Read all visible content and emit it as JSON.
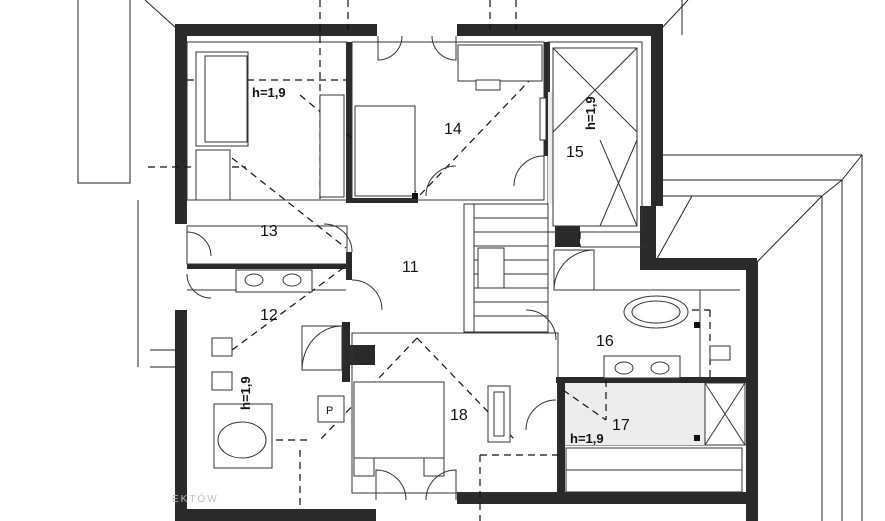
{
  "plan": {
    "room_labels": [
      "11",
      "12",
      "13",
      "14",
      "15",
      "16",
      "17",
      "18"
    ],
    "height_labels": {
      "room_13_top": "h=1,9",
      "room_15": "h=1,9",
      "room_12": "h=1,9",
      "room_17": "h=1,9"
    },
    "fixture_labels": {
      "p_box": "P"
    },
    "watermark": "EKTÓW",
    "colors": {
      "wall": "#2a2a2a",
      "line": "#333333",
      "tinted_room": "#ececec"
    }
  }
}
